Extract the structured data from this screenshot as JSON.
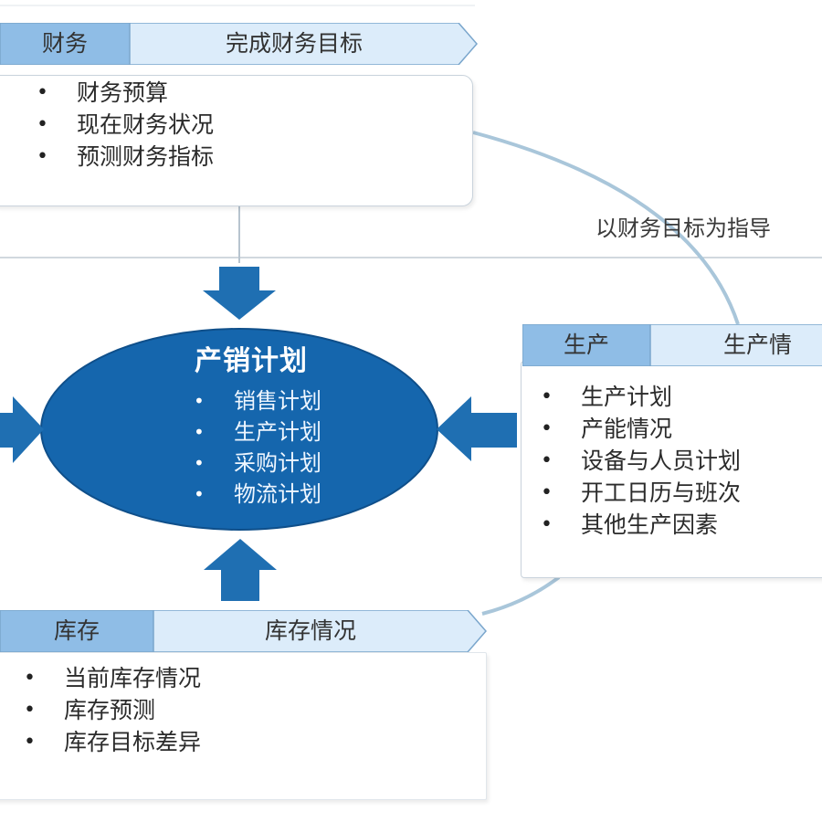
{
  "finance": {
    "tag": "财务",
    "goal": "完成财务目标",
    "items": [
      "财务预算",
      "现在财务状况",
      "预测财务指标"
    ]
  },
  "production": {
    "tag": "生产",
    "goal": "生产情",
    "items": [
      "生产计划",
      "产能情况",
      "设备与人员计划",
      "开工日历与班次",
      "其他生产因素"
    ]
  },
  "inventory": {
    "tag": "库存",
    "goal": "库存情况",
    "items": [
      "当前库存情况",
      "库存预测",
      "库存目标差异"
    ]
  },
  "center": {
    "title": "产销计划",
    "items": [
      "销售计划",
      "生产计划",
      "采购计划",
      "物流计划"
    ]
  },
  "guide_label": "以财务目标为指导",
  "colors": {
    "tag_fill": "#8fbde6",
    "header_fill": "#dcecfa",
    "ellipse_fill": "#1566ad",
    "arrow_fill": "#1f6fb2",
    "connector": "#a9c6da"
  }
}
